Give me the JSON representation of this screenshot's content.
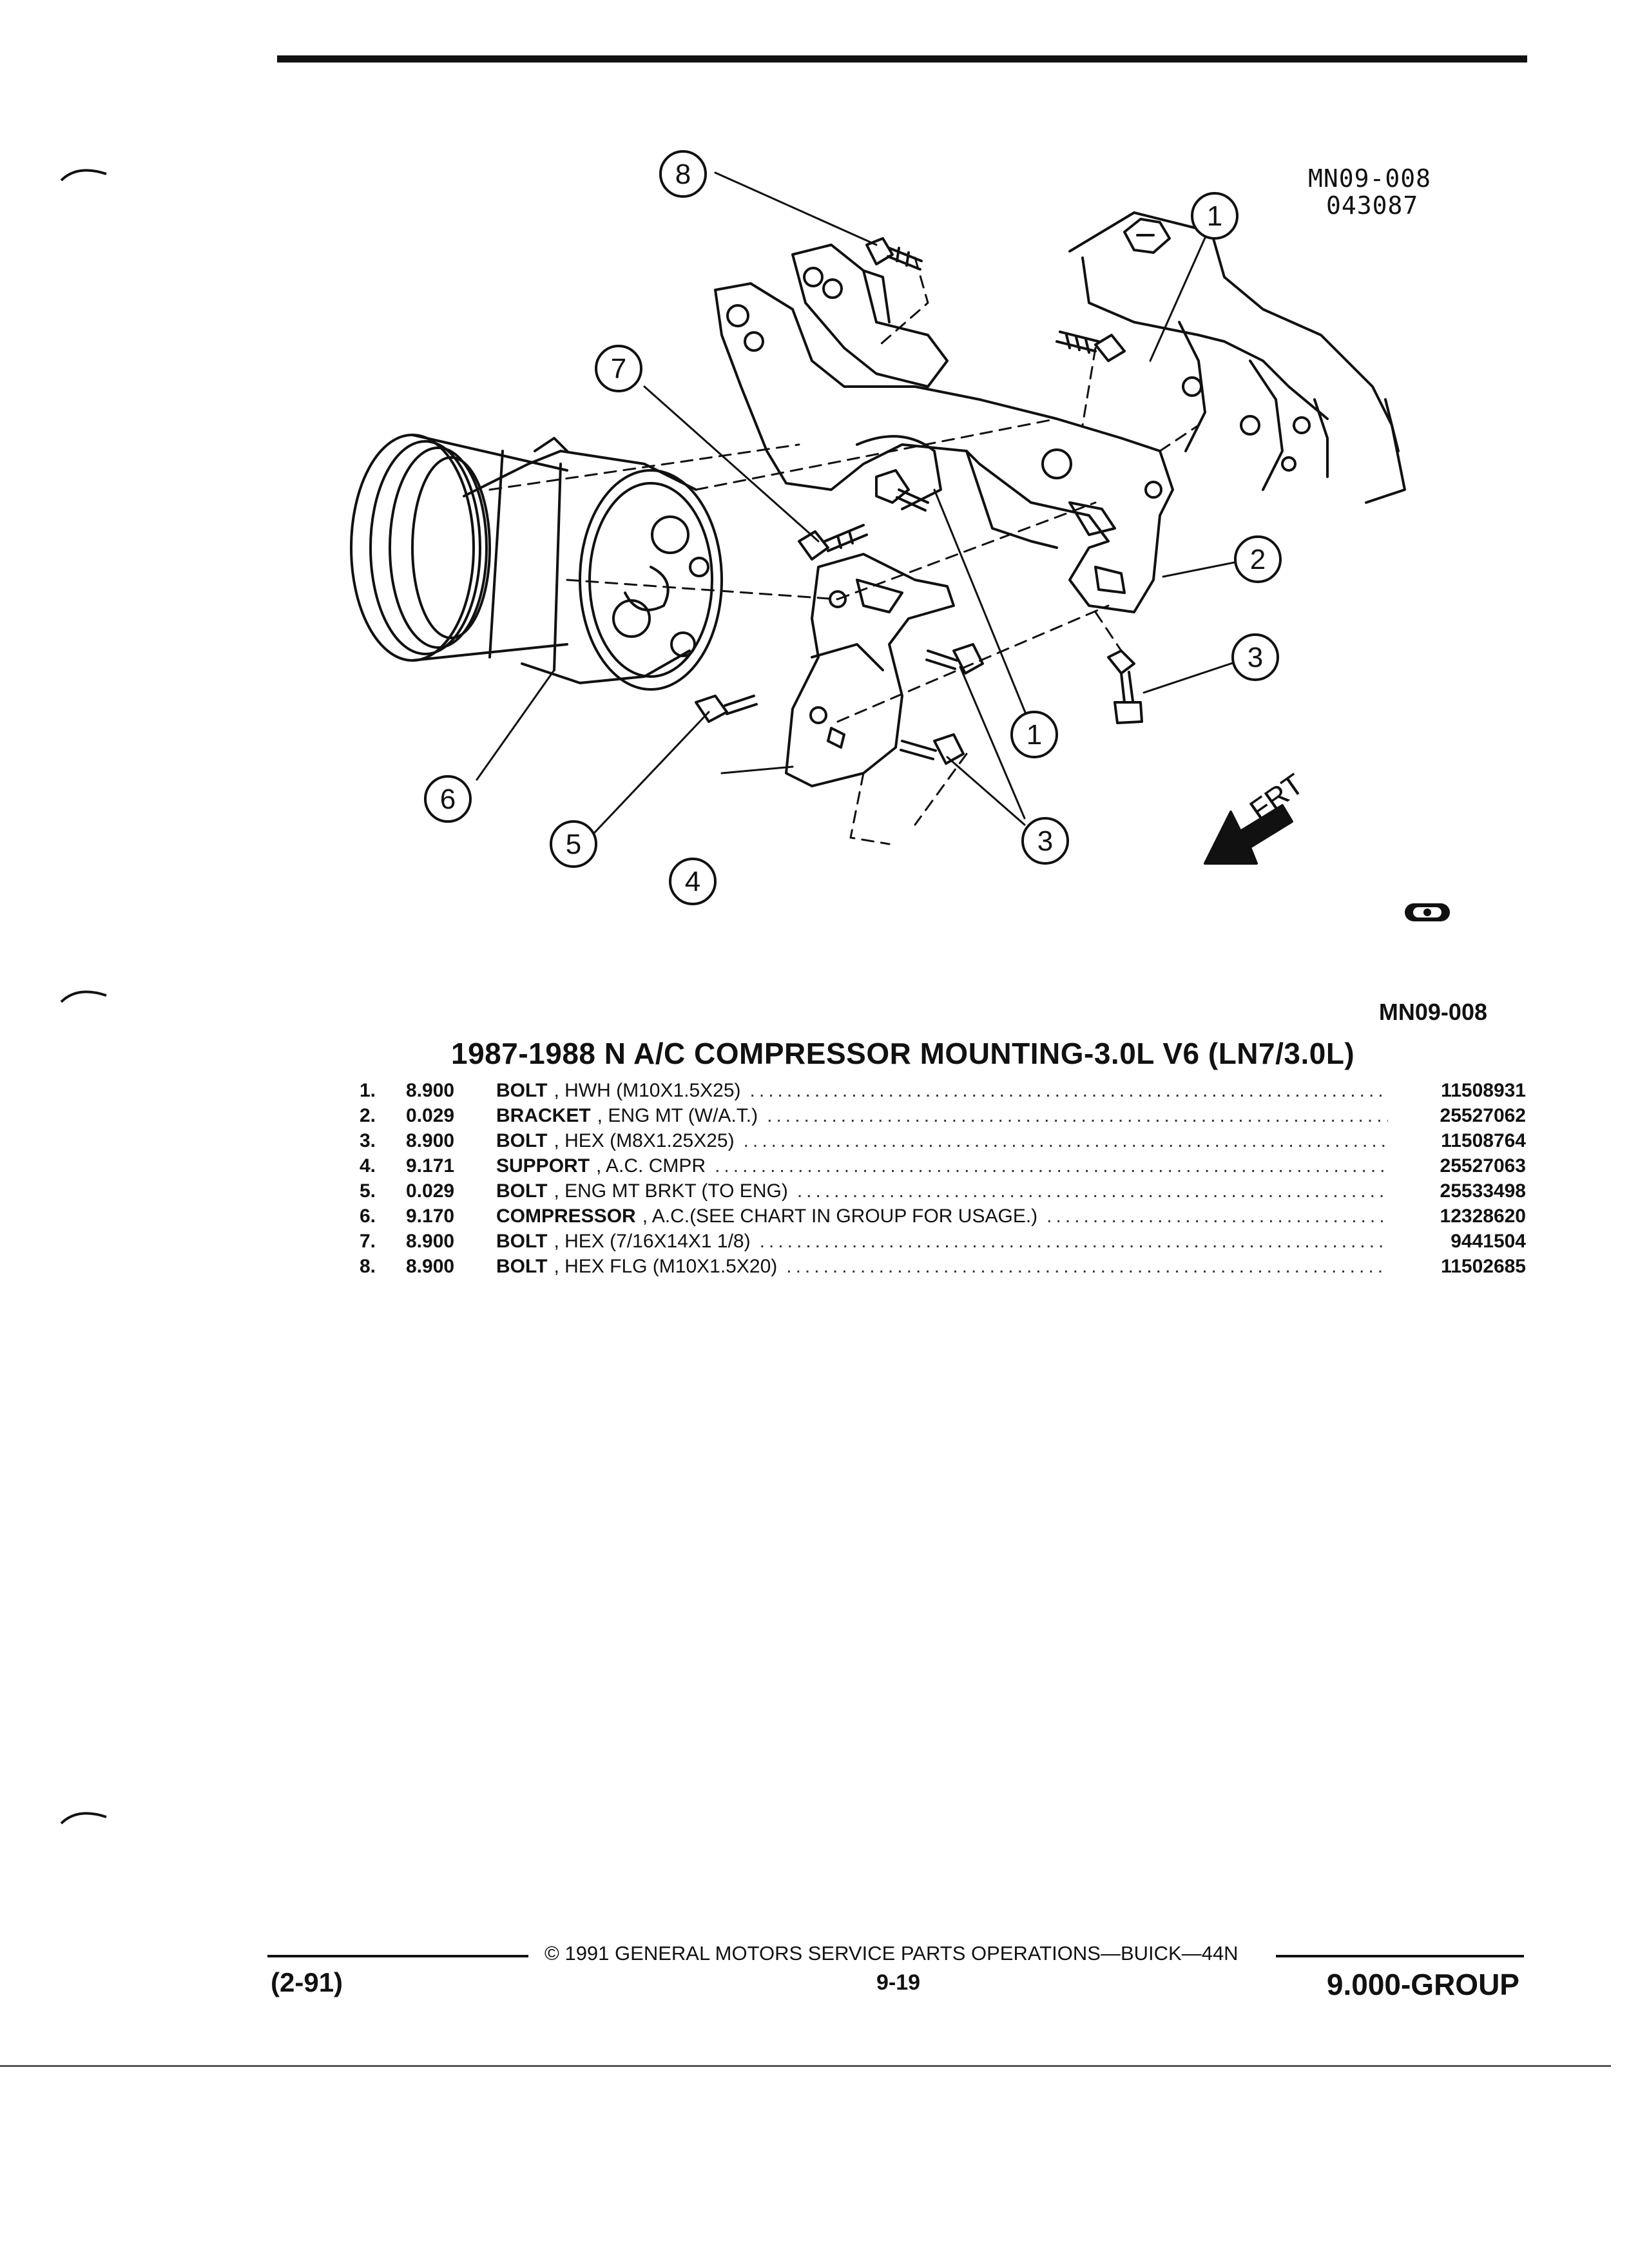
{
  "figure": {
    "code_line1": "MN09-008",
    "code_line2": "043087",
    "direction_label": "FRT",
    "reference": "MN09-008",
    "callouts": [
      "1",
      "2",
      "3",
      "4",
      "5",
      "6",
      "7",
      "8"
    ]
  },
  "section_title": "1987-1988 N A/C COMPRESSOR MOUNTING-3.0L V6 (LN7/3.0L)",
  "parts": [
    {
      "num": "1.",
      "code": "8.900",
      "name": "BOLT",
      "desc": ", HWH (M10X1.5X25)",
      "part_no": "11508931"
    },
    {
      "num": "2.",
      "code": "0.029",
      "name": "BRACKET",
      "desc": ", ENG MT (W/A.T.)",
      "part_no": "25527062"
    },
    {
      "num": "3.",
      "code": "8.900",
      "name": "BOLT",
      "desc": ", HEX (M8X1.25X25)",
      "part_no": "11508764"
    },
    {
      "num": "4.",
      "code": "9.171",
      "name": "SUPPORT",
      "desc": ", A.C. CMPR",
      "part_no": "25527063"
    },
    {
      "num": "5.",
      "code": "0.029",
      "name": "BOLT",
      "desc": ", ENG MT BRKT (TO ENG)",
      "part_no": "25533498"
    },
    {
      "num": "6.",
      "code": "9.170",
      "name": "COMPRESSOR",
      "desc": ", A.C.(SEE CHART IN GROUP FOR USAGE.)",
      "part_no": "12328620"
    },
    {
      "num": "7.",
      "code": "8.900",
      "name": "BOLT",
      "desc": ", HEX (7/16X14X1 1/8)",
      "part_no": "9441504"
    },
    {
      "num": "8.",
      "code": "8.900",
      "name": "BOLT",
      "desc": ", HEX FLG (M10X1.5X20)",
      "part_no": "11502685"
    }
  ],
  "footer": {
    "copyright": "© 1991 GENERAL MOTORS SERVICE PARTS OPERATIONS—BUICK—44N",
    "revision": "(2-91)",
    "page": "9-19",
    "group": "9.000-GROUP"
  }
}
